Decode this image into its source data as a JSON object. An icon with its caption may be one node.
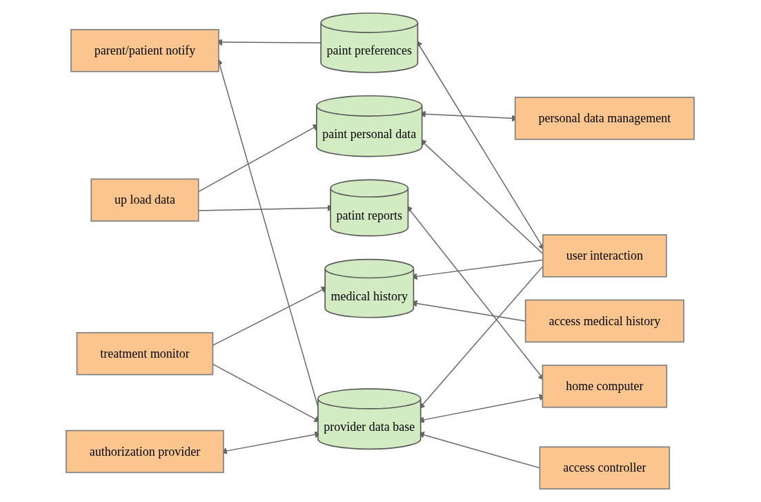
{
  "diagram": {
    "nodes": [
      {
        "text": [
          "parent/patient notify"
        ]
      },
      {
        "text": [
          "up load data"
        ]
      },
      {
        "text": [
          "treatment monitor"
        ]
      },
      {
        "text": [
          "authorization provider"
        ]
      },
      {
        "text": [
          "paint preferences"
        ]
      },
      {
        "text": [
          "paint personal data"
        ]
      },
      {
        "text": [
          "medical history"
        ]
      },
      {
        "text": [
          "patint reports"
        ]
      },
      {
        "text": [
          "provider data base"
        ]
      },
      {
        "text": [
          "user interaction"
        ]
      },
      {
        "text": [
          "personal data management"
        ]
      },
      {
        "text": [
          "access medical history"
        ]
      },
      {
        "text": [
          "home computer"
        ]
      },
      {
        "text": [
          "access controller"
        ]
      }
    ],
    "edges": [
      {
        "from": 4,
        "to": 0,
        "arrow": "to"
      },
      {
        "from": 8,
        "to": 0,
        "arrow": "to"
      },
      {
        "from": 1,
        "to": 5,
        "arrow": "to"
      },
      {
        "from": 1,
        "to": 7,
        "arrow": "to"
      },
      {
        "from": 2,
        "to": 6,
        "arrow": "to"
      },
      {
        "from": 2,
        "to": 8,
        "arrow": "to"
      },
      {
        "from": 3,
        "to": 8,
        "arrow": "both"
      },
      {
        "from": 4,
        "to": 9,
        "arrow": "both"
      },
      {
        "from": 9,
        "to": 5,
        "arrow": "to"
      },
      {
        "from": 9,
        "to": 6,
        "arrow": "to"
      },
      {
        "from": 9,
        "to": 8,
        "arrow": "to"
      },
      {
        "from": 5,
        "to": 10,
        "arrow": "both"
      },
      {
        "from": 11,
        "to": 6,
        "arrow": "to"
      },
      {
        "from": 7,
        "to": 12,
        "arrow": "both"
      },
      {
        "from": 8,
        "to": 12,
        "arrow": "both"
      },
      {
        "from": 13,
        "to": 8,
        "arrow": "to"
      }
    ]
  }
}
